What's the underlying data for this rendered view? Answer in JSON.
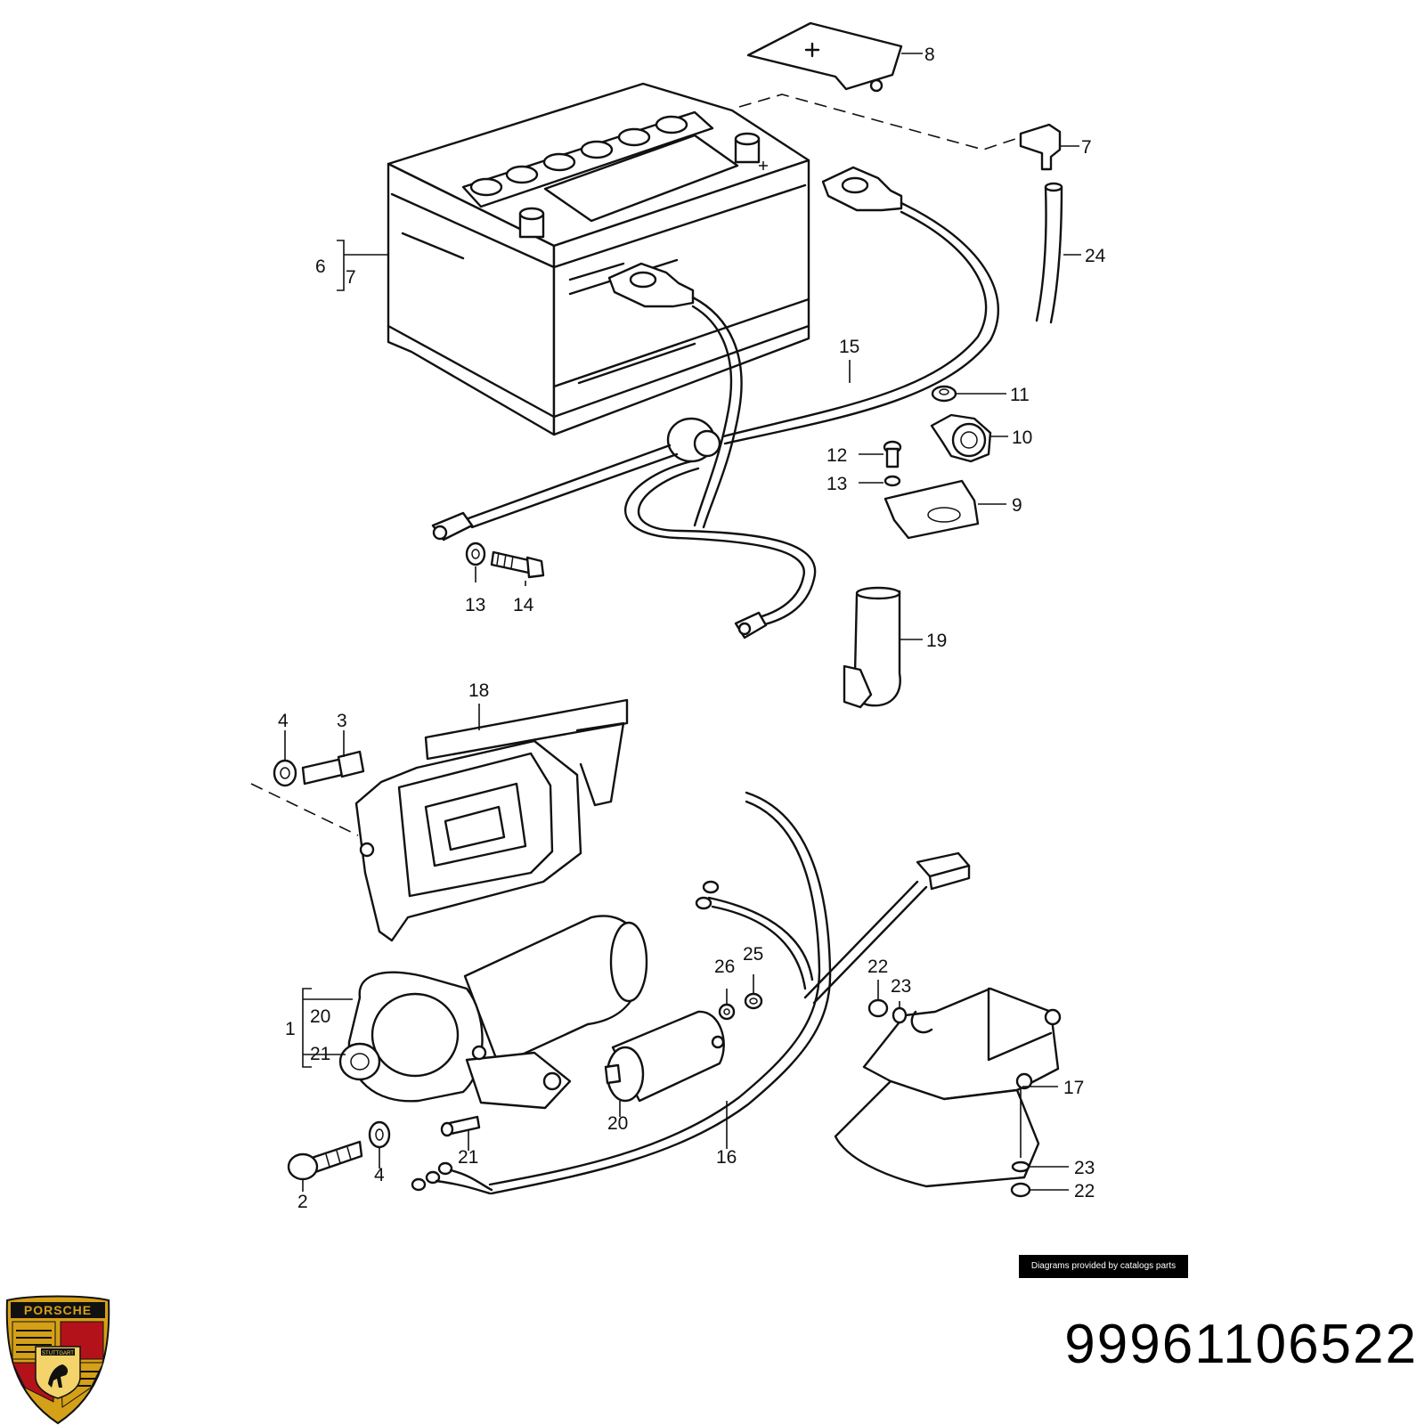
{
  "diagram": {
    "callouts": [
      {
        "id": "c8",
        "label": "8"
      },
      {
        "id": "c7a",
        "label": "7"
      },
      {
        "id": "c24",
        "label": "24"
      },
      {
        "id": "c6",
        "label": "6"
      },
      {
        "id": "c7b",
        "label": "7"
      },
      {
        "id": "c15",
        "label": "15"
      },
      {
        "id": "c11",
        "label": "11"
      },
      {
        "id": "c10",
        "label": "10"
      },
      {
        "id": "c12",
        "label": "12"
      },
      {
        "id": "c13a",
        "label": "13"
      },
      {
        "id": "c9",
        "label": "9"
      },
      {
        "id": "c13b",
        "label": "13"
      },
      {
        "id": "c14",
        "label": "14"
      },
      {
        "id": "c19",
        "label": "19"
      },
      {
        "id": "c18",
        "label": "18"
      },
      {
        "id": "c4a",
        "label": "4"
      },
      {
        "id": "c3",
        "label": "3"
      },
      {
        "id": "c26",
        "label": "26"
      },
      {
        "id": "c25",
        "label": "25"
      },
      {
        "id": "c22a",
        "label": "22"
      },
      {
        "id": "c23a",
        "label": "23"
      },
      {
        "id": "c1",
        "label": "1"
      },
      {
        "id": "c20a",
        "label": "20"
      },
      {
        "id": "c21a",
        "label": "21"
      },
      {
        "id": "c17",
        "label": "17"
      },
      {
        "id": "c20b",
        "label": "20"
      },
      {
        "id": "c21b",
        "label": "21"
      },
      {
        "id": "c16",
        "label": "16"
      },
      {
        "id": "c2",
        "label": "2"
      },
      {
        "id": "c4b",
        "label": "4"
      },
      {
        "id": "c23b",
        "label": "23"
      },
      {
        "id": "c22b",
        "label": "22"
      }
    ]
  },
  "credit": "Diagrams provided by catalogs parts",
  "part_number": "99961106522",
  "logo": {
    "brand": "PORSCHE",
    "city": "STUTTGART",
    "colors": {
      "gold": "#d4a017",
      "red": "#b3121a",
      "black": "#111111"
    }
  }
}
